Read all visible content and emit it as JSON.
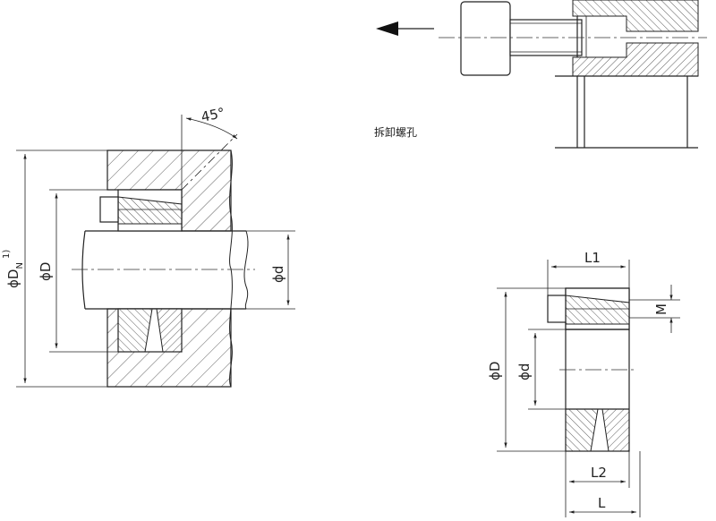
{
  "labels": {
    "angle": "45°",
    "disassembly_hole": "拆卸螺孔",
    "phi": "ϕ",
    "dn_main": "D",
    "dn_sub": "N",
    "dn_sup": "1)",
    "D": "D",
    "d": "d",
    "L1": "L1",
    "L2": "L2",
    "L": "L",
    "M": "M"
  },
  "colors": {
    "line": "#222222",
    "center": "#333333",
    "background": "#ffffff"
  },
  "icons": {
    "direction": "arrow-left-icon"
  }
}
